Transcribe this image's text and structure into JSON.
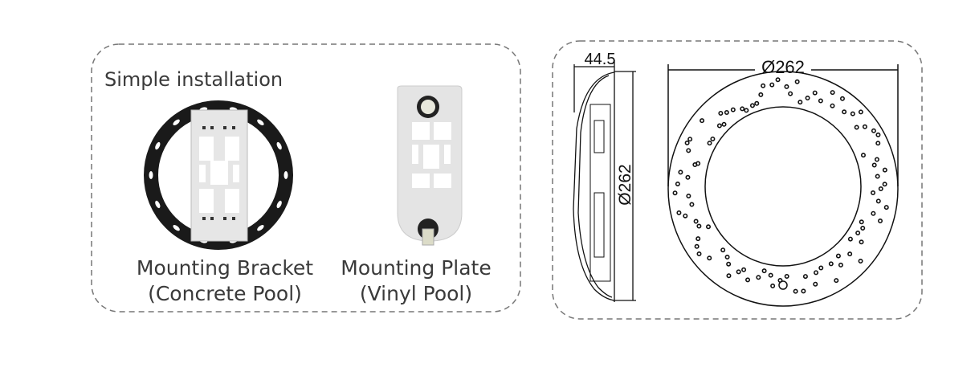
{
  "installation_panel": {
    "title": "Simple installation",
    "bracket": {
      "label_line1": "Mounting Bracket",
      "label_line2": "(Concrete Pool)"
    },
    "plate": {
      "label_line1": "Mounting Plate",
      "label_line2": "(Vinyl Pool)"
    }
  },
  "dimension_panel": {
    "depth_label": "44.5",
    "side_diameter_label": "Ø262",
    "front_diameter_label": "Ø262"
  },
  "colors": {
    "border": "#777777",
    "text": "#3a3a3a",
    "bracket": "#1a1a1a",
    "plate": "#e4e4e4"
  }
}
